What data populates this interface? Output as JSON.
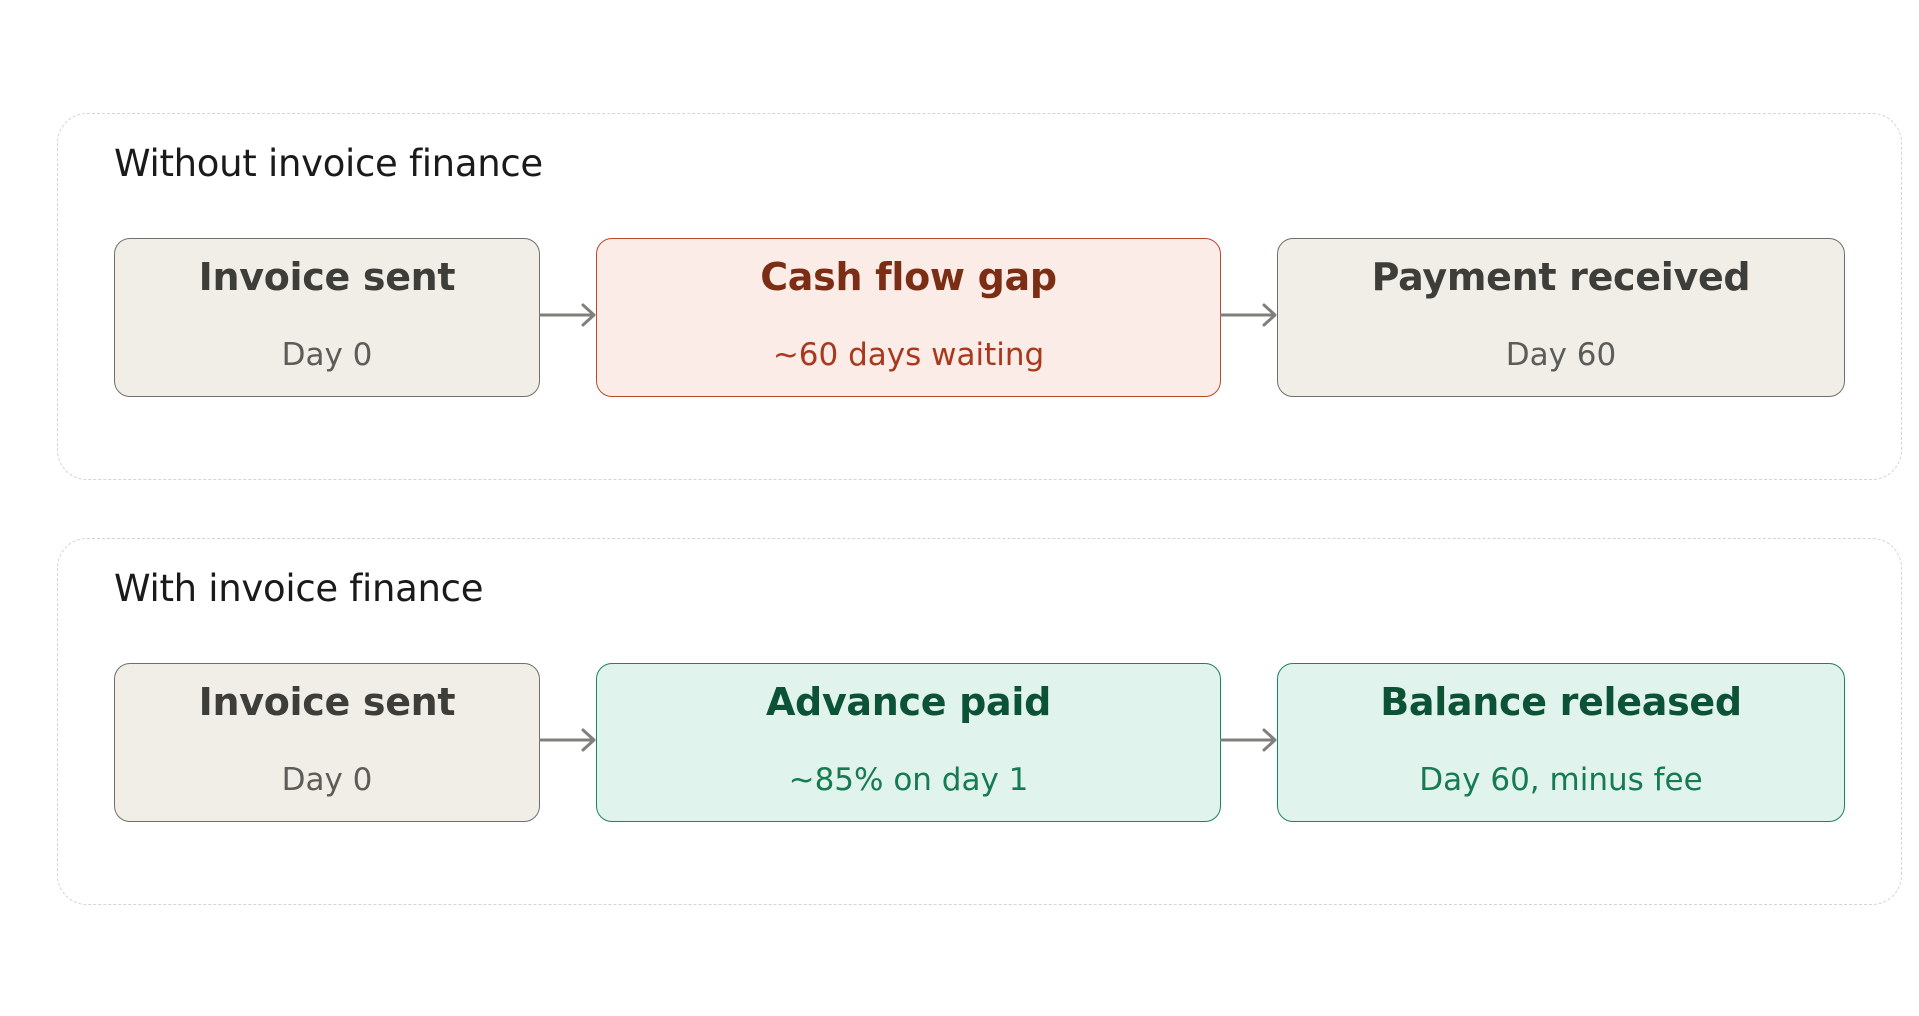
{
  "sections": [
    {
      "title": "Without invoice finance",
      "steps": [
        {
          "title": "Invoice sent",
          "sub": "Day 0",
          "style": "neutral"
        },
        {
          "title": "Cash flow gap",
          "sub": "~60 days waiting",
          "style": "warn"
        },
        {
          "title": "Payment received",
          "sub": "Day 60",
          "style": "neutral"
        }
      ]
    },
    {
      "title": "With invoice finance",
      "steps": [
        {
          "title": "Invoice sent",
          "sub": "Day 0",
          "style": "neutral"
        },
        {
          "title": "Advance paid",
          "sub": "~85% on day 1",
          "style": "good"
        },
        {
          "title": "Balance released",
          "sub": "Day 60, minus fee",
          "style": "good"
        }
      ]
    }
  ],
  "colors": {
    "neutral_fill": "#f1eee8",
    "warn_fill": "#fbece7",
    "good_fill": "#e0f3ec",
    "arrow": "#7f7f7c"
  }
}
